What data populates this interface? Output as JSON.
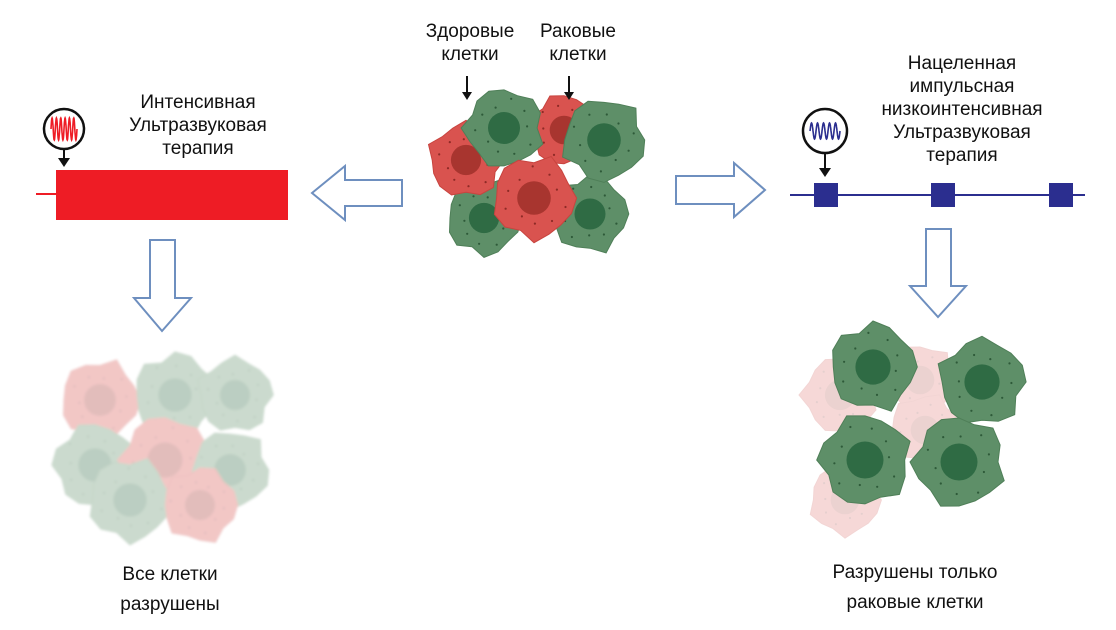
{
  "labels": {
    "healthy_cells": [
      "Здоровые",
      "клетки"
    ],
    "cancer_cells": [
      "Раковые",
      "клетки"
    ],
    "hifu": [
      "Интенсивная",
      "Ультразвуковая",
      "терапия"
    ],
    "lipus": [
      "Нацеленная",
      "импульсная",
      "низкоинтенсивная",
      "Ультразвуковая",
      "терапия"
    ],
    "all_destroyed": [
      "Все клетки",
      "разрушены"
    ],
    "cancer_only_destroyed": [
      "Разрушены только",
      "раковые клетки"
    ]
  },
  "colors": {
    "healthy": "#5e8f68",
    "healthy_nucleus": "#2f6b44",
    "cancer": "#d9534f",
    "cancer_nucleus": "#a8352f",
    "intensive_bar": "#ee1c25",
    "pulsed_line": "#2b2e8f",
    "arrow_outline": "#6e8fbf"
  },
  "icons": [
    "high-intensity-wave-icon",
    "low-intensity-wave-icon"
  ]
}
